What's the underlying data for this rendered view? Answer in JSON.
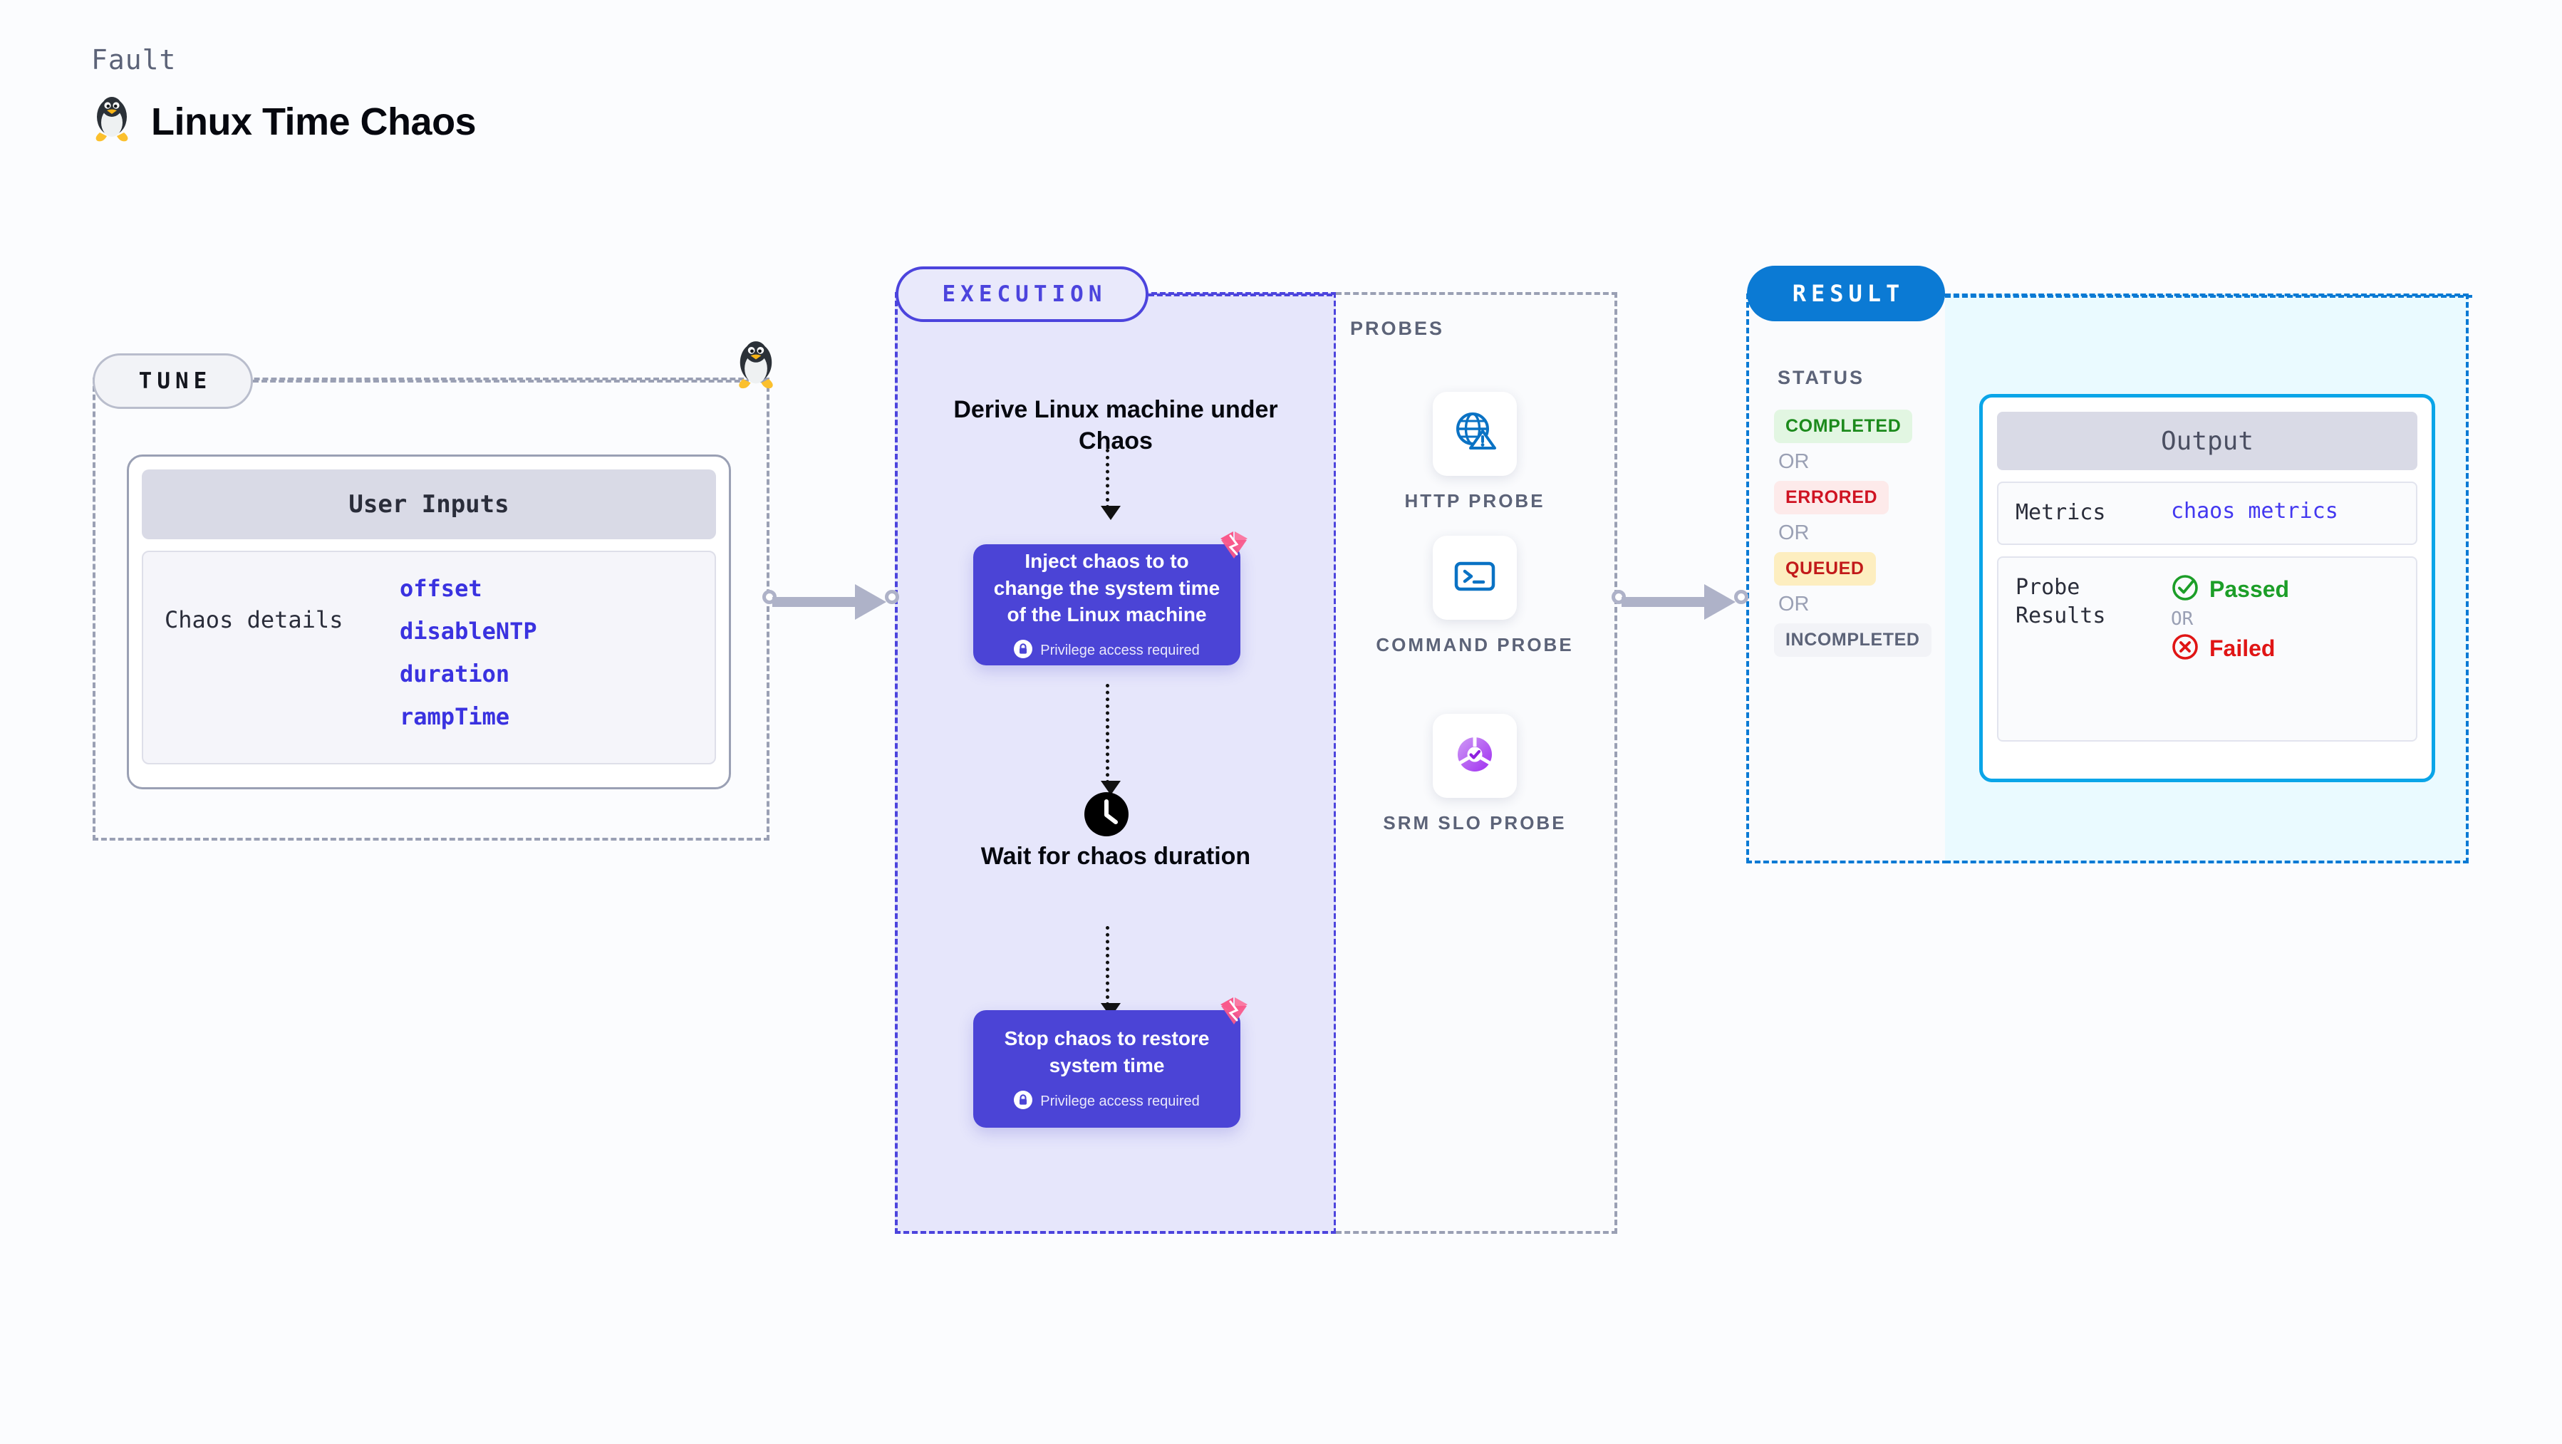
{
  "header": {
    "fault_label": "Fault",
    "title": "Linux Time Chaos",
    "icon": "tux-penguin-icon"
  },
  "tune": {
    "pill_label": "TUNE",
    "card": {
      "header": "User Inputs",
      "details_label": "Chaos details",
      "params": [
        "offset",
        "disableNTP",
        "duration",
        "rampTime"
      ]
    }
  },
  "execution": {
    "pill_label": "EXECUTION",
    "steps": [
      {
        "type": "title",
        "text": "Derive Linux machine under Chaos"
      },
      {
        "type": "chaos-box",
        "text": "Inject chaos to to change the system time of the Linux machine",
        "privilege": "Privilege access required"
      },
      {
        "type": "wait",
        "text": "Wait for chaos duration",
        "icon": "clock-icon"
      },
      {
        "type": "chaos-box",
        "text": "Stop chaos to restore system time",
        "privilege": "Privilege access required"
      }
    ]
  },
  "probes": {
    "label": "PROBES",
    "items": [
      {
        "label": "HTTP PROBE",
        "icon": "globe-warning-icon"
      },
      {
        "label": "COMMAND PROBE",
        "icon": "terminal-icon"
      },
      {
        "label": "SRM SLO PROBE",
        "icon": "slo-donut-check-icon"
      }
    ]
  },
  "result": {
    "pill_label": "RESULT",
    "status_label": "STATUS",
    "or_label": "OR",
    "statuses": [
      {
        "label": "COMPLETED",
        "bg": "#e2f6e2",
        "color": "#1c8a1c"
      },
      {
        "label": "ERRORED",
        "bg": "#fdeaea",
        "color": "#cf1322"
      },
      {
        "label": "QUEUED",
        "bg": "#fdeec0",
        "color": "#c21a1a"
      },
      {
        "label": "INCOMPLETED",
        "bg": "#f2f3f7",
        "color": "#5c6378"
      }
    ]
  },
  "output": {
    "header": "Output",
    "metrics": {
      "key": "Metrics",
      "value": "chaos metrics"
    },
    "probe_results": {
      "key": "Probe Results",
      "passed": "Passed",
      "or_label": "OR",
      "failed": "Failed"
    }
  },
  "colors": {
    "indigo": "#4b44d6",
    "result_blue": "#0b7ad4",
    "output_cyan": "#0aa5e8",
    "pink": "#f9598b",
    "pass_green": "#1c9e28",
    "fail_red": "#e01515"
  }
}
